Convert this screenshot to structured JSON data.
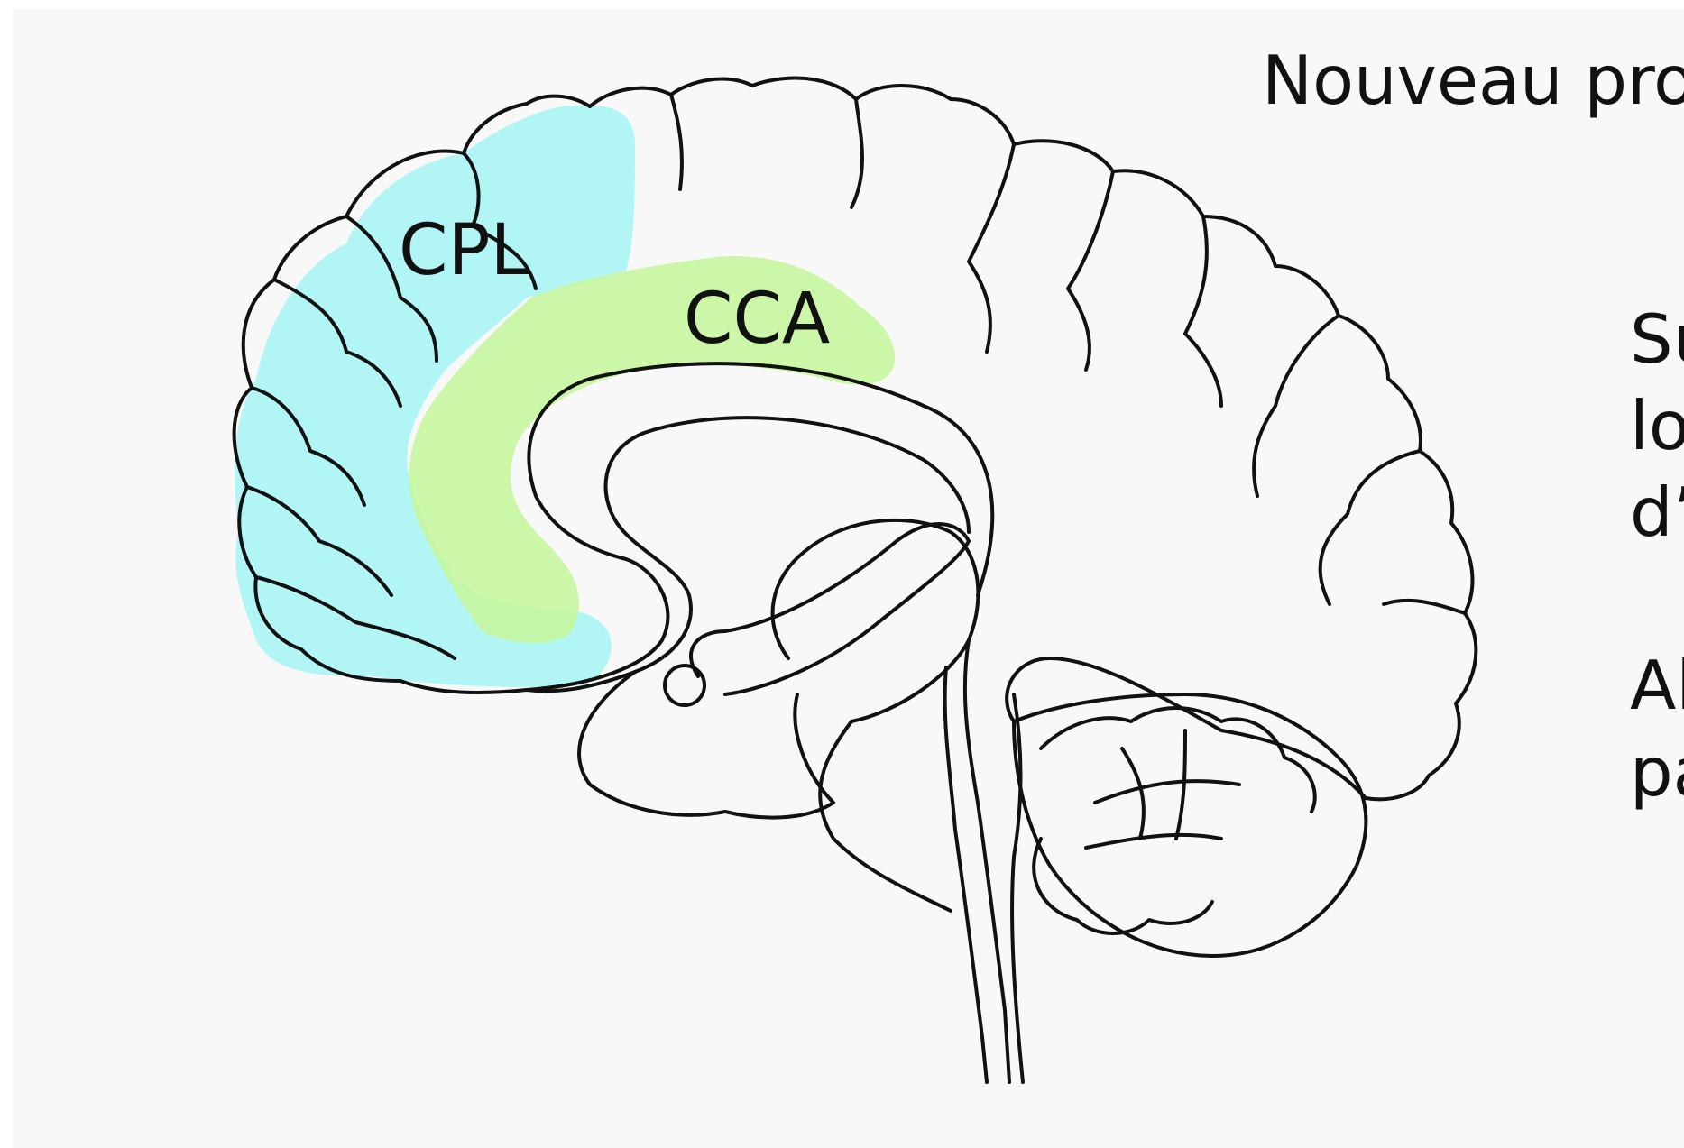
{
  "slide": {
    "title": "Nouveau pro",
    "body": {
      "para1": [
        "Su",
        "lo",
        "d’"
      ],
      "para2": [
        "Al",
        "pa"
      ]
    }
  },
  "regions": [
    {
      "label": "CPL",
      "color": "#a5f6f4"
    },
    {
      "label": "CCA",
      "color": "#c6f6a0"
    }
  ],
  "line_color": "#111111"
}
